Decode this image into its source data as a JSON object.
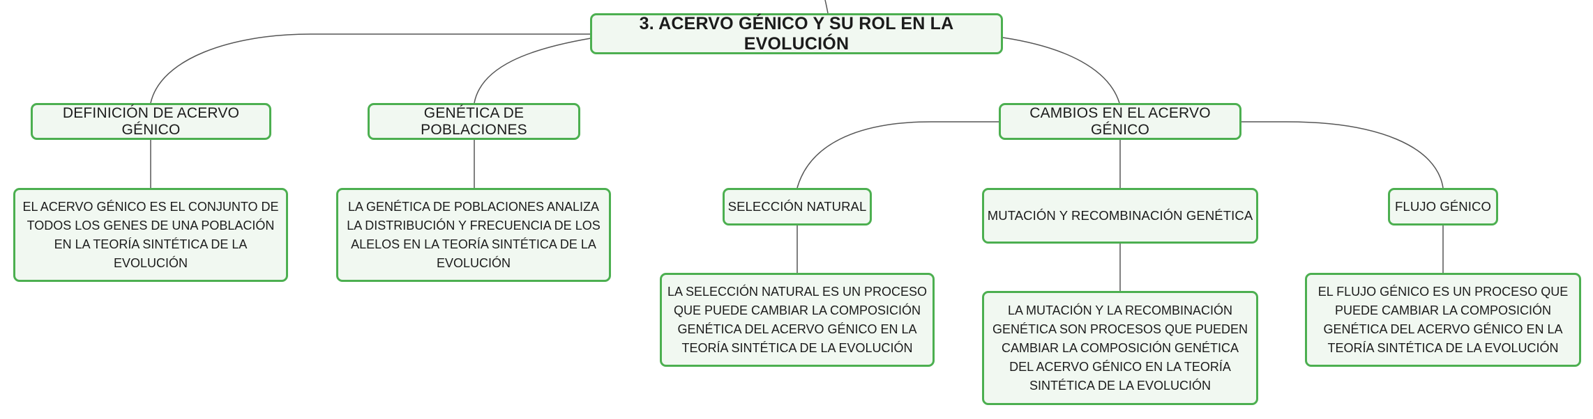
{
  "colors": {
    "node_border": "#4caf50",
    "node_fill": "#f1f8f1",
    "connector": "#555555",
    "text": "#1b1b1b"
  },
  "root": {
    "label": "3. ACERVO GÉNICO Y SU ROL EN LA EVOLUCIÓN"
  },
  "branches": {
    "definicion": {
      "label": "DEFINICIÓN DE ACERVO GÉNICO",
      "description": "EL ACERVO GÉNICO ES EL CONJUNTO DE TODOS LOS GENES DE UNA POBLACIÓN EN LA TEORÍA SINTÉTICA DE LA EVOLUCIÓN"
    },
    "genetica": {
      "label": "GENÉTICA DE POBLACIONES",
      "description": "LA GENÉTICA DE POBLACIONES ANALIZA LA DISTRIBUCIÓN Y FRECUENCIA DE LOS ALELOS EN LA TEORÍA SINTÉTICA DE LA EVOLUCIÓN"
    },
    "cambios": {
      "label": "CAMBIOS EN EL ACERVO GÉNICO",
      "children": {
        "seleccion": {
          "label": "SELECCIÓN NATURAL",
          "description": "LA SELECCIÓN NATURAL ES UN PROCESO QUE PUEDE CAMBIAR LA COMPOSICIÓN GENÉTICA DEL ACERVO GÉNICO EN LA TEORÍA SINTÉTICA DE LA EVOLUCIÓN"
        },
        "mutacion": {
          "label": "MUTACIÓN Y RECOMBINACIÓN GENÉTICA",
          "description": "LA MUTACIÓN Y LA RECOMBINACIÓN GENÉTICA SON PROCESOS QUE PUEDEN CAMBIAR LA COMPOSICIÓN GENÉTICA DEL ACERVO GÉNICO EN LA TEORÍA SINTÉTICA DE LA EVOLUCIÓN"
        },
        "flujo": {
          "label": "FLUJO GÉNICO",
          "description": "EL FLUJO GÉNICO ES UN PROCESO QUE PUEDE CAMBIAR LA COMPOSICIÓN GENÉTICA DEL ACERVO GÉNICO EN LA TEORÍA SINTÉTICA DE LA EVOLUCIÓN"
        }
      }
    }
  }
}
